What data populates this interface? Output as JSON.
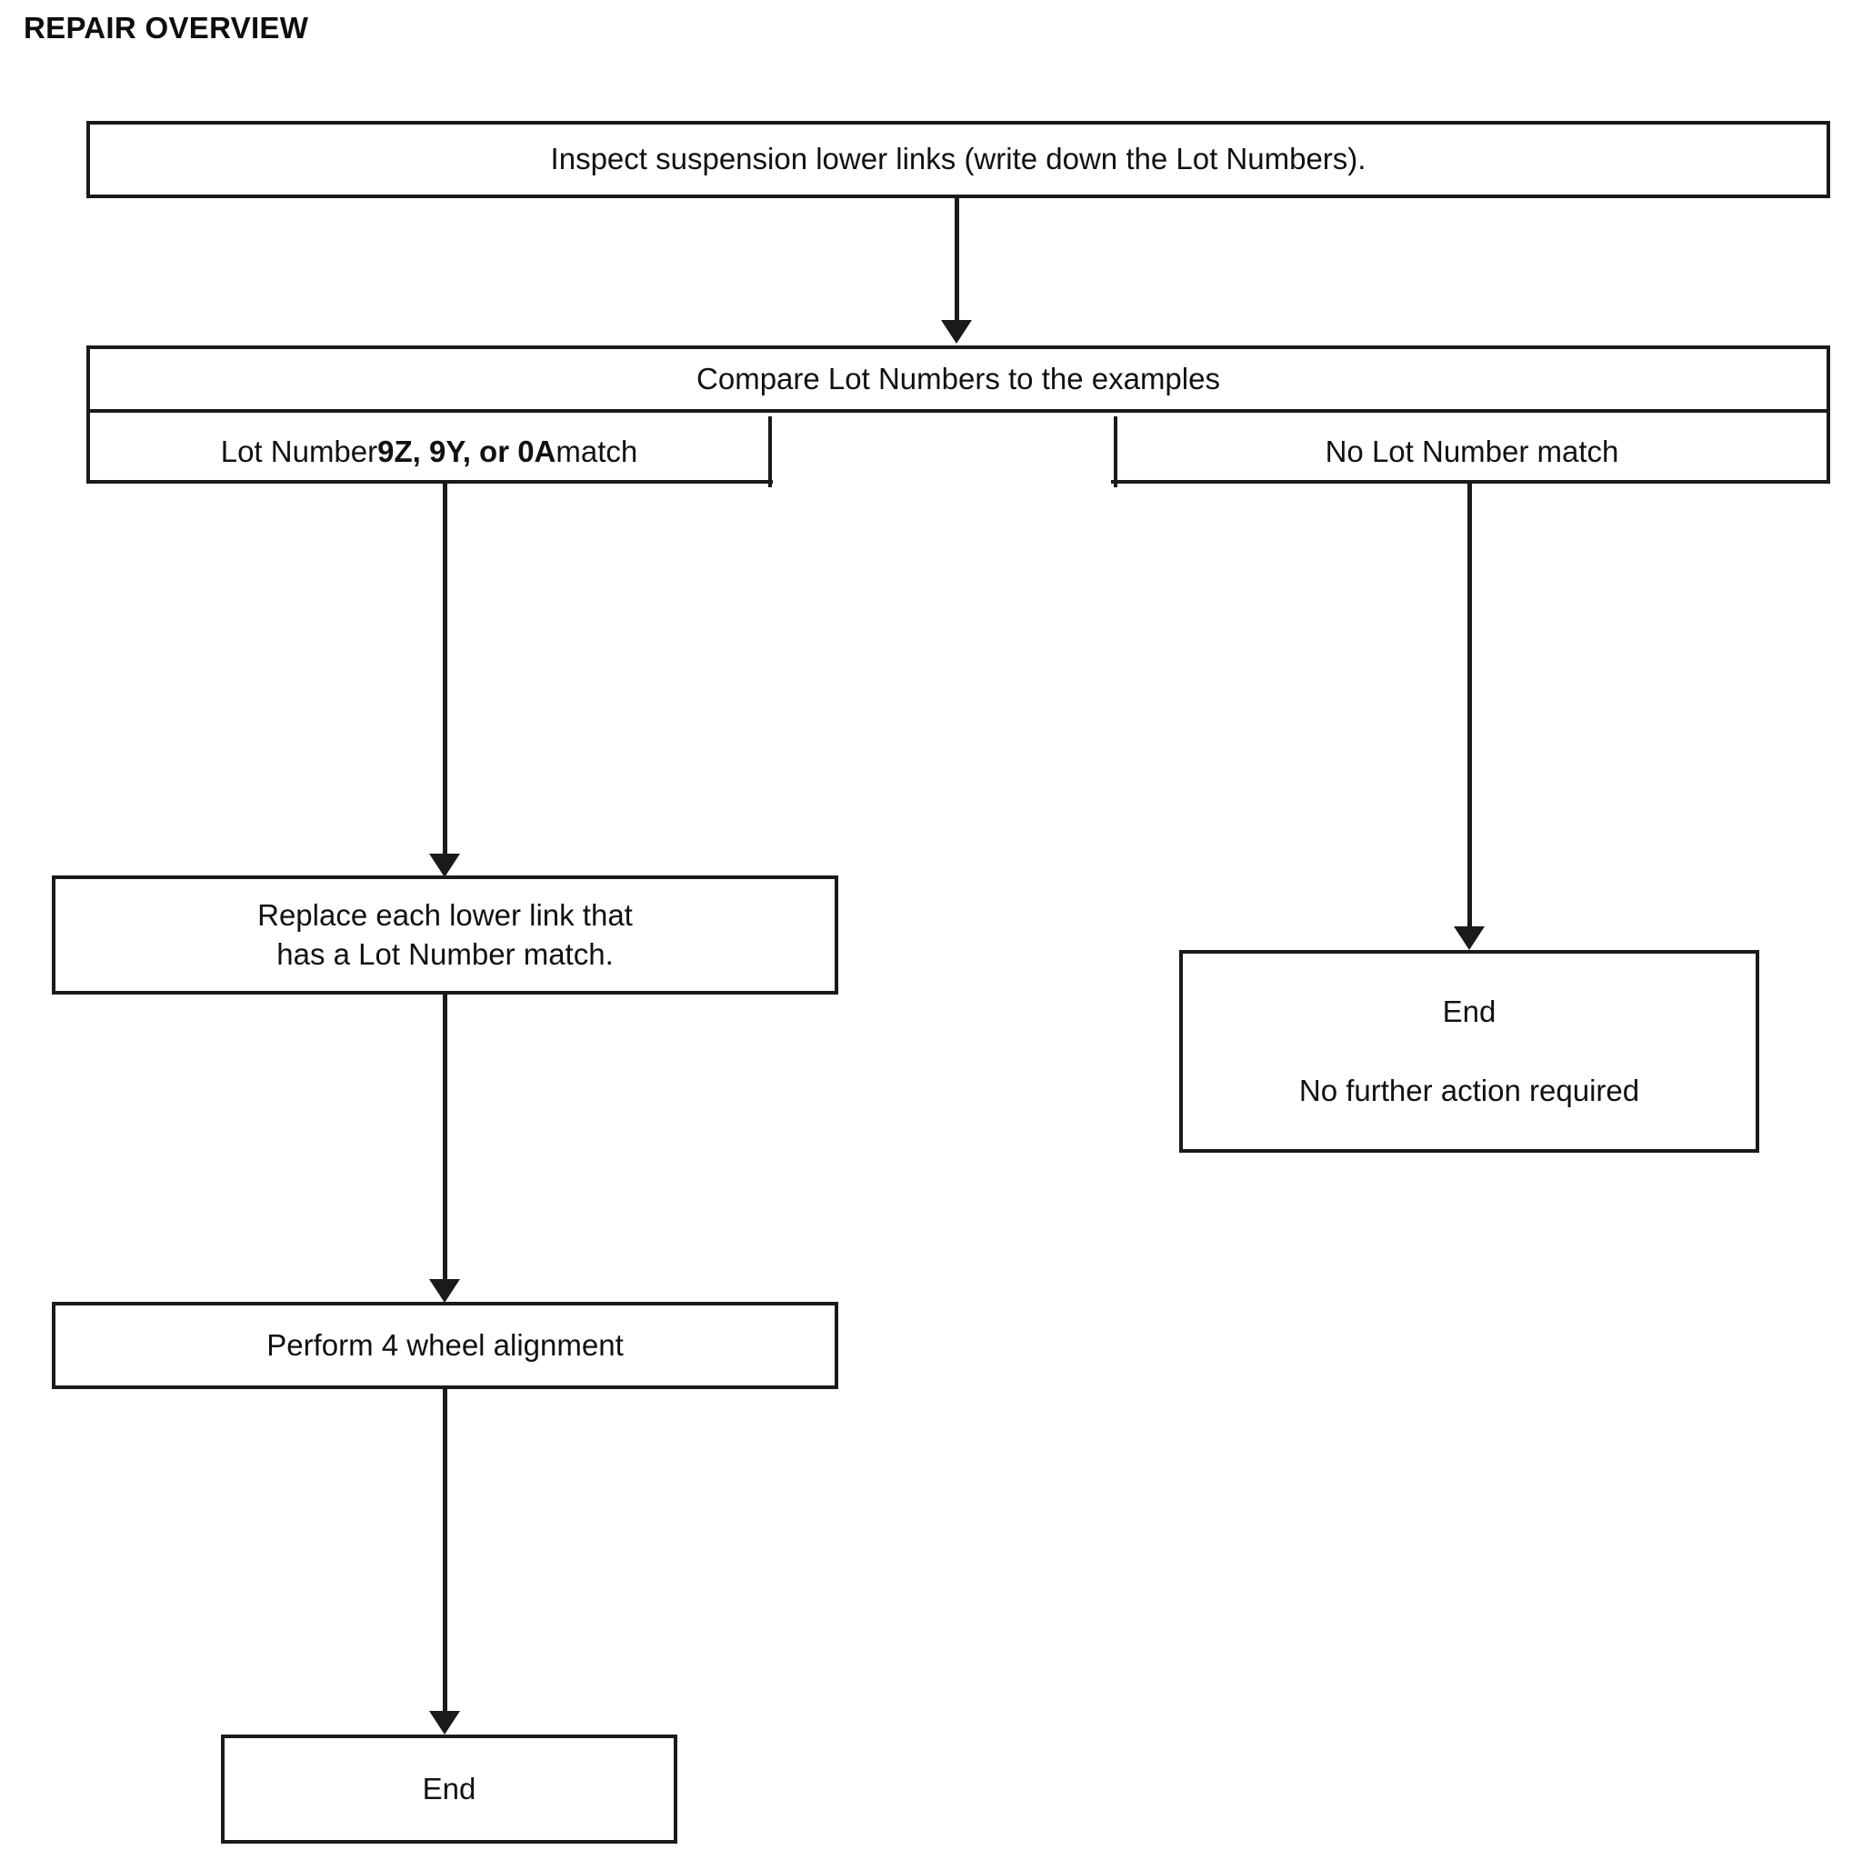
{
  "title": "REPAIR OVERVIEW",
  "diagram": {
    "type": "flowchart",
    "nodes": {
      "inspect": {
        "label": "Inspect suspension lower links (write down the Lot Numbers)."
      },
      "compare": {
        "header": "Compare Lot Numbers to the examples",
        "branch_match_prefix": "Lot Number ",
        "branch_match_codes": "9Z, 9Y, or 0A",
        "branch_match_suffix": " match",
        "branch_no_match": "No Lot Number match"
      },
      "replace": {
        "line1": "Replace each lower link that",
        "line2": "has a Lot Number match."
      },
      "alignment": {
        "label": "Perform 4 wheel alignment"
      },
      "end_right": {
        "line1": "End",
        "line2": "No further action required"
      },
      "end_bottom": {
        "label": "End"
      }
    },
    "colors": {
      "stroke": "#1a1a1a",
      "text": "#111111",
      "background": "#ffffff"
    }
  }
}
